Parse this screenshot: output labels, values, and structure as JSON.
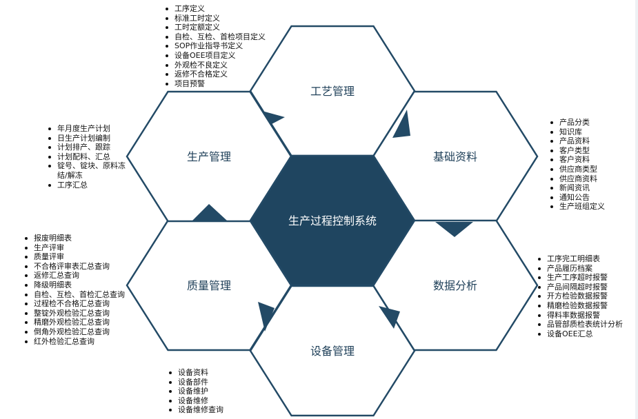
{
  "diagram": {
    "center": {
      "label": "生产过程控制系统"
    },
    "modules": [
      {
        "id": "gongyi",
        "label": "工艺管理"
      },
      {
        "id": "jichu",
        "label": "基础资料"
      },
      {
        "id": "shuju",
        "label": "数据分析"
      },
      {
        "id": "shebei",
        "label": "设备管理"
      },
      {
        "id": "zhiliang",
        "label": "质量管理"
      },
      {
        "id": "shengchan",
        "label": "生产管理"
      }
    ]
  },
  "lists": {
    "gongyi": [
      "工序定义",
      "标准工时定义",
      "工时定额定义",
      "自检、互检、首检项目定义",
      "SOP作业指导书定义",
      "设备OEE项目定义",
      "外观检不良定义",
      "返修不合格定义",
      "项目预警"
    ],
    "jichu": [
      "产品分类",
      "知识库",
      "产品资料",
      "客户类型",
      "客户资料",
      "供应商类型",
      "供应商资料",
      "新闻资讯",
      "通知公告",
      "生产班组定义"
    ],
    "shuju": [
      "工序完工明细表",
      "产品履历档案",
      "生产工序超时报警",
      "产品间隔超时报警",
      "开方检验数据报警",
      "精磨检验数据报警",
      "得料率数据报警",
      "品管部质检表统计分析",
      "设备OEE汇总"
    ],
    "shebei": [
      "设备资料",
      "设备部件",
      "设备维护",
      "设备维修",
      "设备维修查询"
    ],
    "zhiliang": [
      "报废明细表",
      "生产评审",
      "质量评审",
      "不合格评审表汇总查询",
      "返修汇总查询",
      "降级明细表",
      "自检、互检、首检汇总查询",
      "过程检不合格汇总查询",
      "整锭外观检验汇总查询",
      "精磨外观检验汇总查询",
      "倒角外观检验汇总查询",
      "红外检验汇总查询"
    ],
    "shengchan": [
      "年月度生产计划",
      "日生产计划编制",
      "计划排产、跟踪",
      "计划配料、汇总",
      "锭号、锭块、原料冻结/解冻",
      "工序汇总"
    ]
  },
  "colors": {
    "hex_stroke": "#234a66",
    "center_fill": "#1f4560",
    "text": "#1e3f58"
  }
}
